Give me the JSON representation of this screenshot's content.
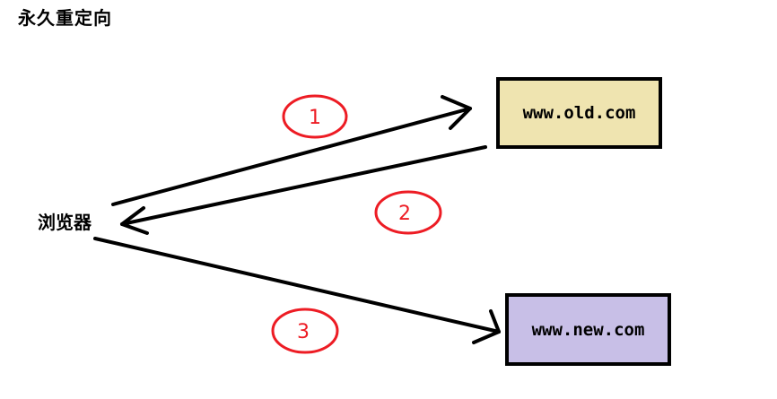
{
  "title": "永久重定向",
  "browser_label": "浏览器",
  "servers": {
    "old": {
      "label": "www.old.com",
      "fill": "#efe4b0"
    },
    "new": {
      "label": "www.new.com",
      "fill": "#c8bfe7"
    }
  },
  "steps": [
    {
      "number": "1"
    },
    {
      "number": "2"
    },
    {
      "number": "3"
    }
  ],
  "colors": {
    "arrow": "#000000",
    "step_circle": "#ed1c24",
    "step_text": "#ed1c24"
  }
}
